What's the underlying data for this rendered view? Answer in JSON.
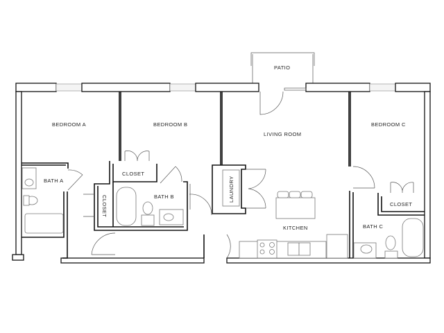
{
  "plan": {
    "rooms": {
      "patio": "PATIO",
      "bedroom_a": "BEDROOM A",
      "bedroom_b": "BEDROOM B",
      "living_room": "LIVING ROOM",
      "bedroom_c": "BEDROOM C",
      "bath_a": "BATH A",
      "bath_b": "BATH B",
      "bath_c": "BATH C",
      "closet_b_top": "CLOSET",
      "closet_b_side": "CLOSET",
      "closet_c": "CLOSET",
      "laundry": "LAUNDRY",
      "kitchen": "KITCHEN"
    }
  }
}
